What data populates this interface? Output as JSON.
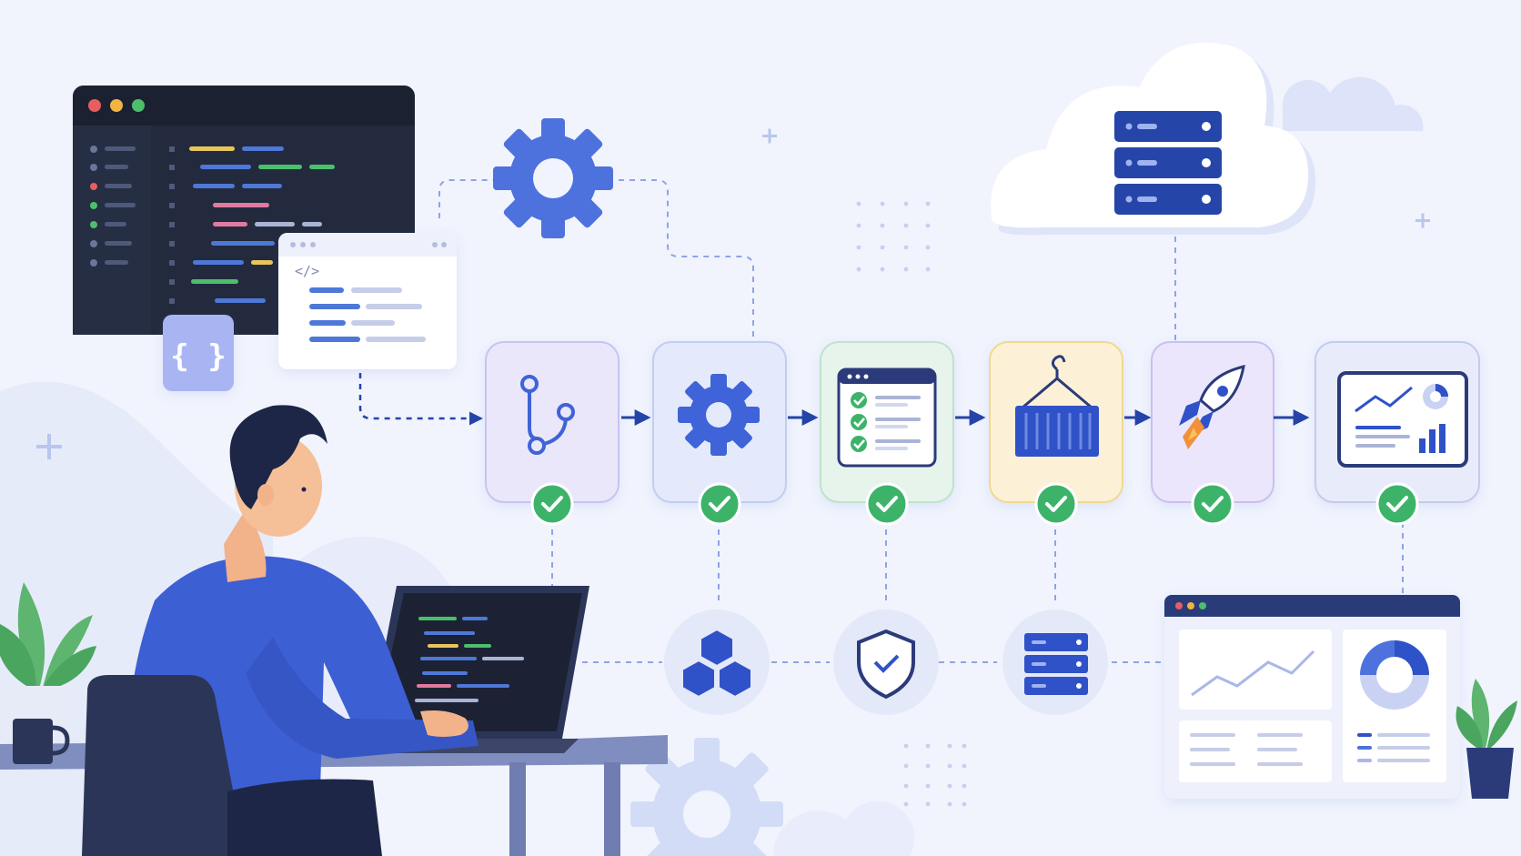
{
  "colors": {
    "background": "#f1f4fd",
    "primary_blue": "#3f63d8",
    "navy": "#223a8f",
    "success_green": "#3db36a",
    "dark_panel": "#232a3d",
    "shirt_blue": "#3d5fd4",
    "desk": "#7f8dbf",
    "plant_green": "#5db56f"
  },
  "code_window": {
    "icon": "code-editor-window"
  },
  "snippet_card": {
    "code_tag": "</>"
  },
  "json_badge": {
    "label": "{ }"
  },
  "pipeline": {
    "stages": [
      {
        "icon": "git-branch-icon",
        "status": "success",
        "tint": "#ebe7fb",
        "border": "#c9c2f2"
      },
      {
        "icon": "gear-icon",
        "status": "success",
        "tint": "#e4eafb",
        "border": "#c2cdf1"
      },
      {
        "icon": "test-checklist-icon",
        "status": "success",
        "tint": "#e6f4ec",
        "border": "#bfe3cb"
      },
      {
        "icon": "shipping-container-icon",
        "status": "success",
        "tint": "#fcf1d6",
        "border": "#f2d88e"
      },
      {
        "icon": "rocket-icon",
        "status": "success",
        "tint": "#ebe6fb",
        "border": "#c8bff2"
      },
      {
        "icon": "monitoring-dashboard-icon",
        "status": "success",
        "tint": "#e8ecfa",
        "border": "#c3cbee"
      }
    ]
  },
  "support_nodes": [
    "cubes-icon",
    "shield-check-icon",
    "server-icon"
  ],
  "cloud": {
    "icon": "cloud-server-icon"
  },
  "dashboard_window": {
    "icon": "analytics-dashboard-window"
  }
}
